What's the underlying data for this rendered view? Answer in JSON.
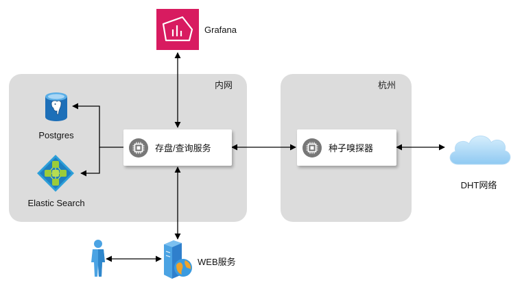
{
  "regions": {
    "intranet": "内网",
    "hangzhou": "杭州"
  },
  "nodes": {
    "grafana": "Grafana",
    "storage_query_service": "存盘/查询服务",
    "torrent_sniffer": "种子嗅探器",
    "postgres": "Postgres",
    "elastic_search": "Elastic Search",
    "dht_network": "DHT网络",
    "web_service": "WEB服务"
  },
  "colors": {
    "region_fill": "#dcdcdc",
    "grafana_brand": "#d81b60",
    "chip_icon": "#777777",
    "cloud": "#9fd3f5",
    "user": "#4ba3e3",
    "elastic_tile": "#2d9fd9"
  }
}
